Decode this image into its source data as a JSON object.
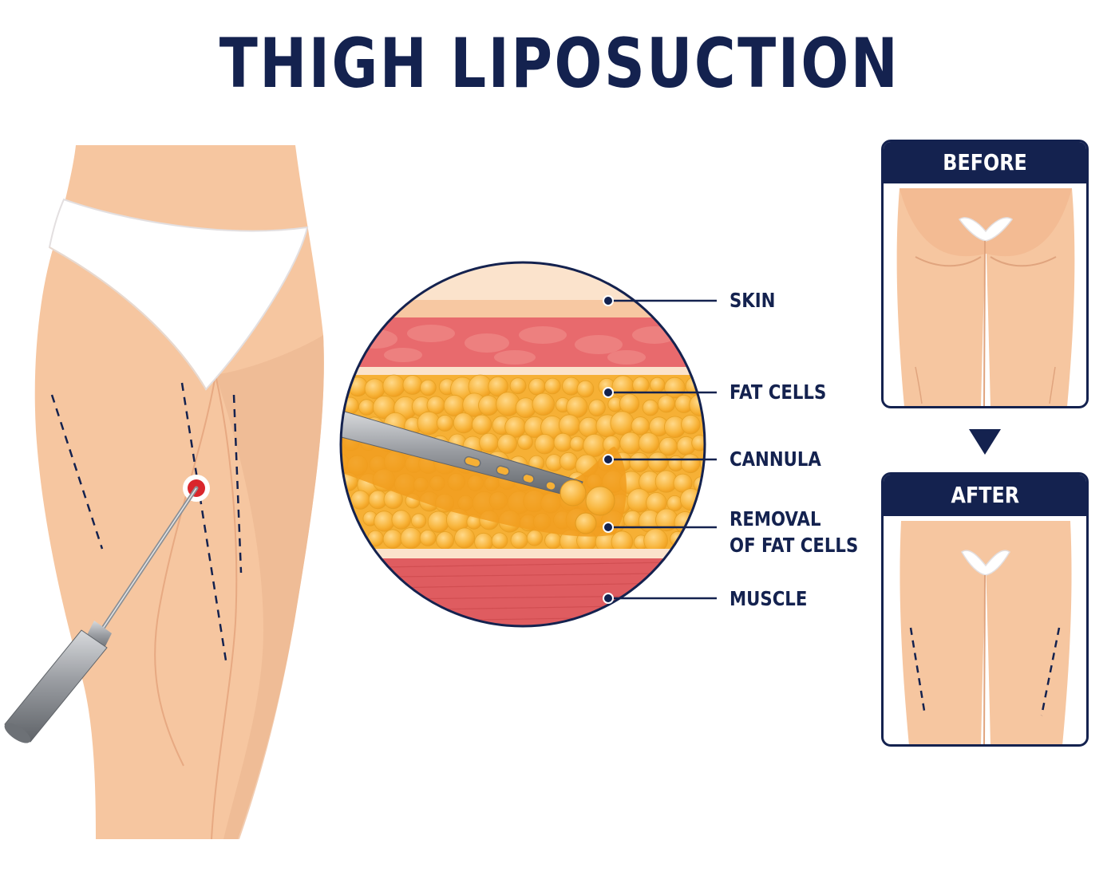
{
  "title": "THIGH LIPOSUCTION",
  "labels": {
    "skin": "SKIN",
    "fat_cells": "FAT CELLS",
    "cannula": "CANNULA",
    "removal_line1": "REMOVAL",
    "removal_line2": "OF FAT CELLS",
    "muscle": "MUSCLE"
  },
  "panels": {
    "before": "BEFORE",
    "after": "AFTER"
  },
  "colors": {
    "navy": "#14224f",
    "skin": "#f6c6a0",
    "skin_shadow": "#eab18a",
    "fat": "#f7a928",
    "muscle": "#e0575d",
    "incision": "#d9262c"
  }
}
